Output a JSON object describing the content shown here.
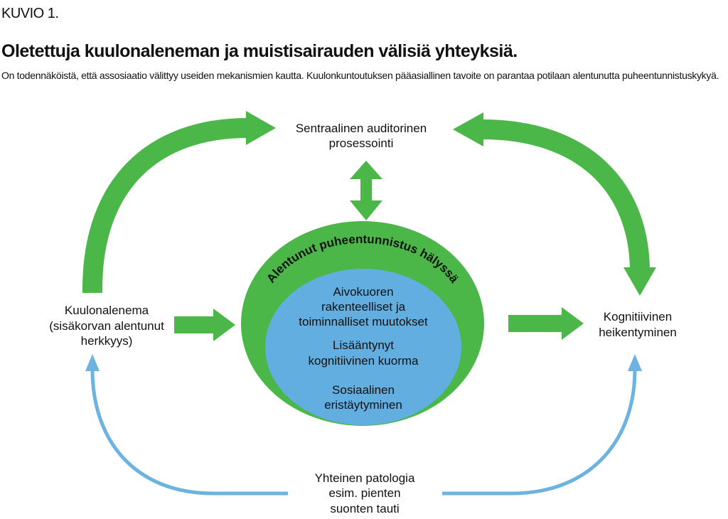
{
  "header": {
    "figure_label": "KUVIO 1.",
    "title": "Oletettuja kuulonaleneman ja muistisairauden välisiä yhteyksiä.",
    "subtitle": "On todennäköistä, että assosiaatio välittyy useiden mekanismien kautta. Kuulonkuntoutuksen pääasiallinen tavoite on parantaa potilaan alentunutta puheentunnistuskykyä."
  },
  "diagram": {
    "top_node": [
      "Sentraalinen auditorinen",
      "prosessointi"
    ],
    "left_node": [
      "Kuulonalenema",
      "(sisäkorvan alentunut",
      "herkkyys)"
    ],
    "right_node": [
      "Kognitiivinen",
      "heikentyminen"
    ],
    "bottom_node": [
      "Yhteinen patologia",
      "esim. pienten",
      "suonten tauti"
    ],
    "outer_circle_label": "Alentunut puheentunnistus hälyssä",
    "inner_items": [
      [
        "Aivokuoren",
        "rakenteelliset ja",
        "toiminnalliset muutokset"
      ],
      [
        "Lisääntynyt",
        "kognitiivinen kuorma"
      ],
      [
        "Sosiaalinen",
        "eristäytyminen"
      ]
    ],
    "colors": {
      "green": "#4bb748",
      "blue": "#63aee0",
      "blue_line": "#6db3e2"
    }
  }
}
